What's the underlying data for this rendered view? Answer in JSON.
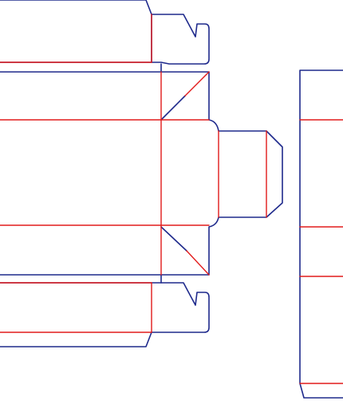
{
  "diagram": {
    "kind": "box-dieline",
    "colors": {
      "background": "#ffffff",
      "cut_line": "#1f2a8c",
      "fold_line": "#e21b1b"
    },
    "line_types": [
      "cut",
      "fold"
    ]
  }
}
